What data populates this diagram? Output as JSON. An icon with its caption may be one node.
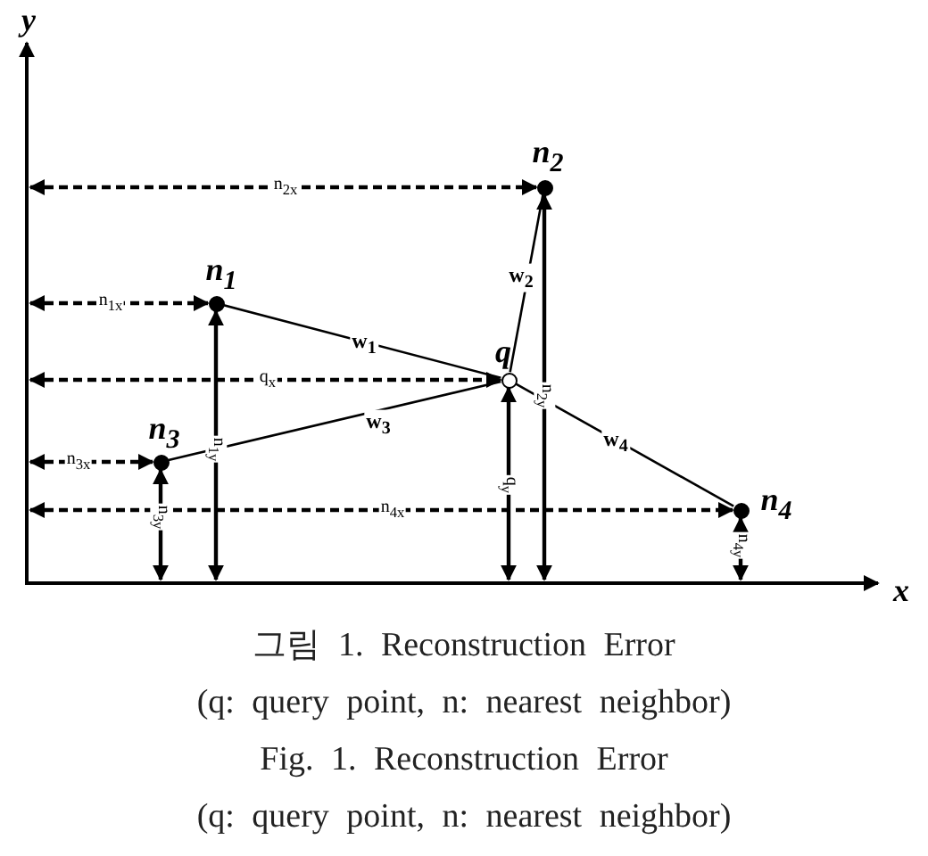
{
  "diagram": {
    "nodes": [
      {
        "text": [],
        "shape": "circle",
        "beside": [
          "n$_{2}$"
        ]
      },
      {
        "text": [],
        "shape": "circle",
        "beside": [
          "n$_{1}$"
        ]
      },
      {
        "text": [],
        "shape": "circle",
        "beside": [
          "q"
        ]
      },
      {
        "text": [],
        "shape": "circle",
        "beside": [
          "n$_{3}$"
        ]
      },
      {
        "text": [],
        "shape": "circle",
        "beside": [
          "n$_{4}$"
        ]
      }
    ],
    "edges": [
      {
        "from": 1,
        "to": 2,
        "arrow": "none",
        "label": "w$_{1}$"
      },
      {
        "from": 2,
        "to": 0,
        "arrow": "none",
        "label": "w$_{2}$"
      },
      {
        "from": 3,
        "to": 2,
        "arrow": "none",
        "label": "w$_{3}$"
      },
      {
        "from": 2,
        "to": 4,
        "arrow": "none",
        "label": "w$_{4}$"
      }
    ],
    "labels": [
      "y",
      "n$_{2x}$",
      "n$_{1x}$",
      "q$_{x}$",
      "n$_{3x}$",
      "n$_{4x}$",
      "n$_{2y}$",
      "n$_{1y}$",
      "q$_{y}$",
      "n$_{3y}$",
      "n$_{4y}$",
      "x",
      "그림 1. Reconstruction Error",
      "(q: query point, n: nearest neighbor)",
      "Fig. 1. Reconstruction Error",
      "(q: query point, n: nearest neighbor)"
    ]
  }
}
